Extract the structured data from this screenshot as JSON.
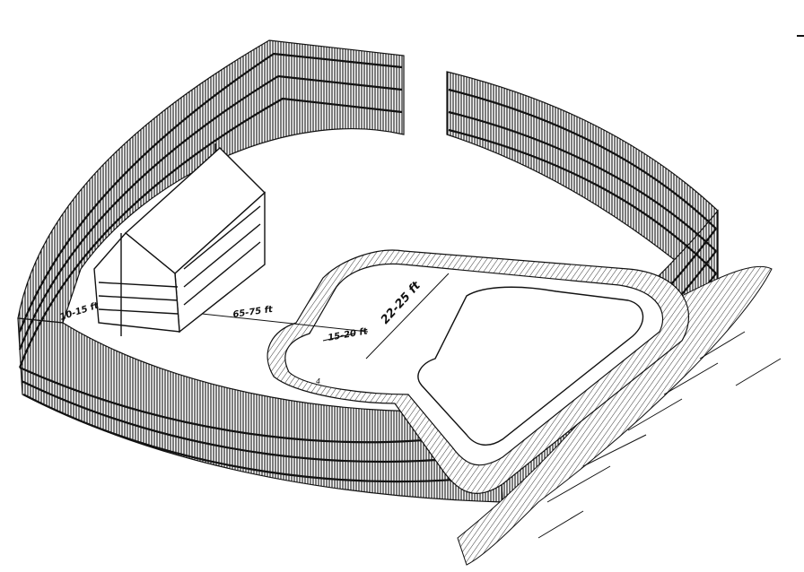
{
  "labels": {
    "fence_height": "10-15 ft",
    "house_distance": "65-75 ft",
    "pool_width": "22-25 ft",
    "pool_inner": "15-20 ft",
    "pool_small": "4"
  },
  "colors": {
    "ink": "#111111",
    "paper": "#ffffff"
  }
}
